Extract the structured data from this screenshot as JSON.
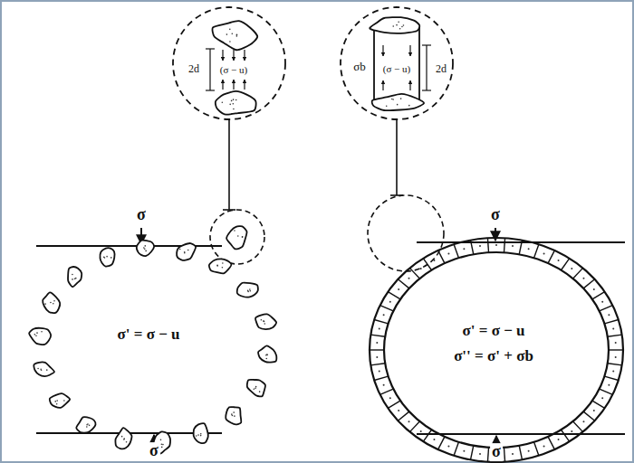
{
  "diagram": {
    "labels": [
      "2d",
      "(σ − u)",
      "σ",
      "σ' = σ − u",
      "σ",
      "σb",
      "2d",
      "(σ − u)",
      "σ",
      "σ' = σ − u",
      "σ'' = σ' + σb",
      "σ"
    ]
  }
}
